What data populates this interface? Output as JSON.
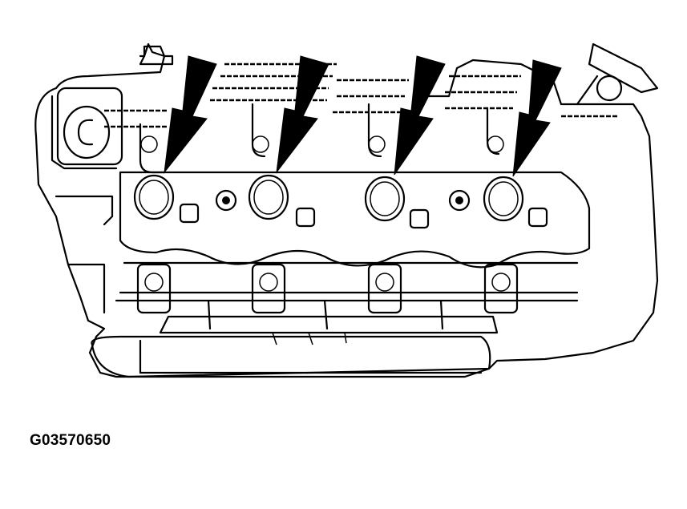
{
  "figure": {
    "id_label": "G03570650",
    "subject": "engine cylinder head with ignition coils",
    "callouts": [
      {
        "name": "coil-1-arrow",
        "target": "ignition-coil-1"
      },
      {
        "name": "coil-2-arrow",
        "target": "ignition-coil-2"
      },
      {
        "name": "coil-3-arrow",
        "target": "ignition-coil-3"
      },
      {
        "name": "coil-4-arrow",
        "target": "ignition-coil-4"
      }
    ],
    "colors": {
      "ink": "#000000",
      "background": "#ffffff"
    }
  }
}
